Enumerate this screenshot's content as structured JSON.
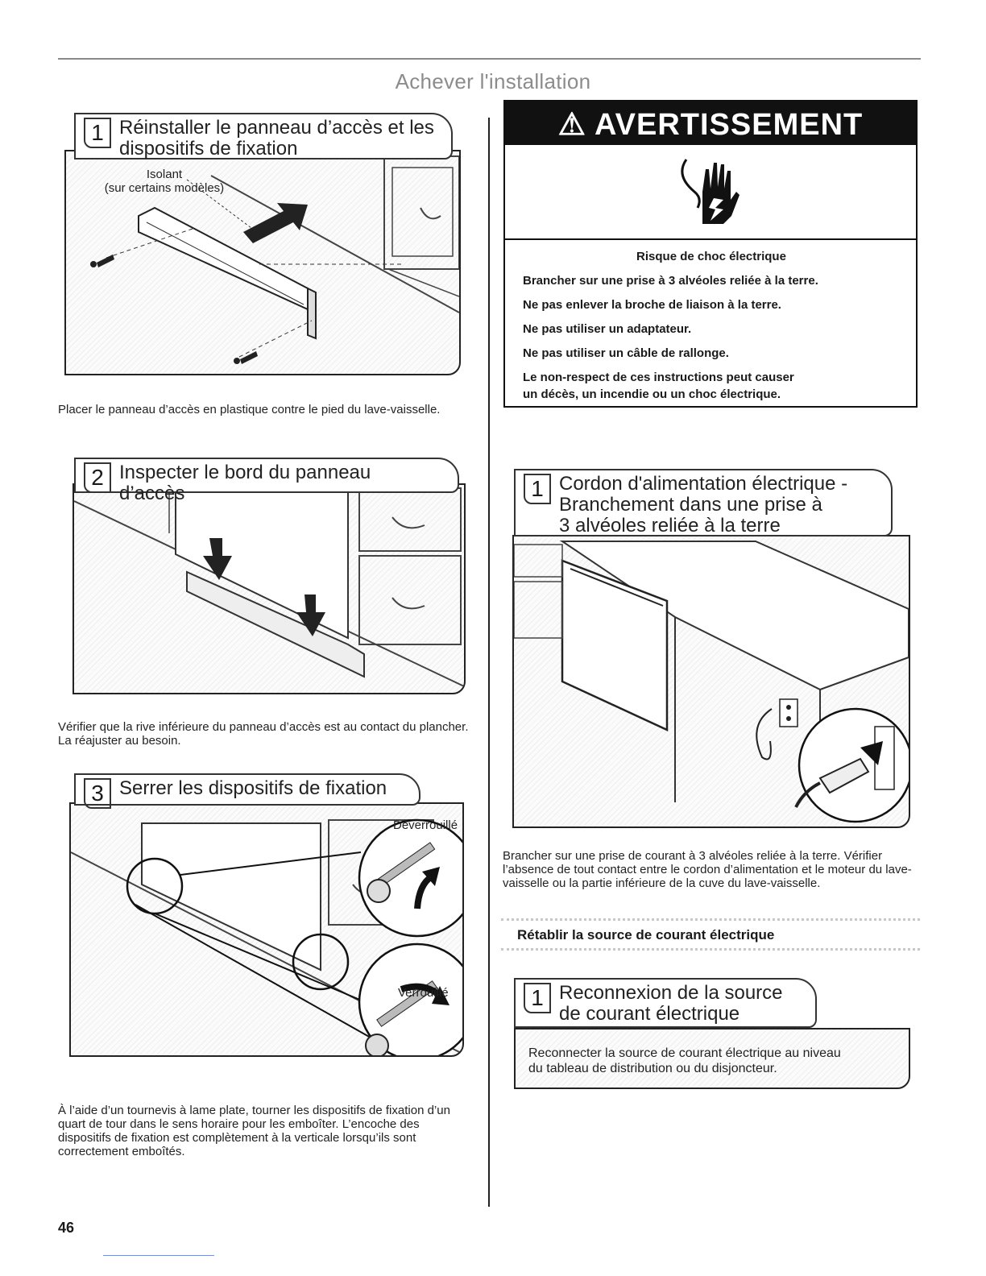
{
  "page": {
    "title": "Achever l'installation",
    "page_number": "46"
  },
  "left_column": {
    "step1": {
      "number": "1",
      "title_line1": "Réinstaller le panneau d’accès et les",
      "title_line2": "dispositifs de fixation",
      "callout_line1": "Isolant",
      "callout_line2": "(sur certains modèles)",
      "caption": "Placer le panneau d’accès en plastique contre le pied du lave-vaisselle."
    },
    "step2": {
      "number": "2",
      "title": "Inspecter le bord du panneau d’accès",
      "caption": "Vérifier que la rive inférieure du panneau d’accès est au contact du plancher. La réajuster au besoin."
    },
    "step3": {
      "number": "3",
      "title": "Serrer les dispositifs de fixation",
      "callout_unlocked": "Déverrouillé",
      "callout_locked": "Verrouillé",
      "caption": "À l’aide d’un tournevis à lame plate, tourner les dispositifs de fixation d’un quart de tour dans le sens horaire pour les emboîter. L’encoche des dispositifs de fixation est complètement à la verticale lorsqu’ils sont correctement emboîtés."
    }
  },
  "warning": {
    "header": "AVERTISSEMENT",
    "icon": "electric-shock-hand-icon",
    "risk": "Risque de choc électrique",
    "line1": "Brancher sur une prise à 3 alvéoles reliée à la terre.",
    "line2": "Ne pas enlever la broche de liaison à la terre.",
    "line3": "Ne pas utiliser un adaptateur.",
    "line4": "Ne pas utiliser un câble de rallonge.",
    "line5": "Le non-respect de ces instructions peut causer",
    "line6": "un décès, un incendie ou un choc électrique."
  },
  "right_column": {
    "power_step": {
      "number": "1",
      "title_line1": "Cordon d'alimentation électrique -",
      "title_line2": "Branchement dans une prise à",
      "title_line3": "3 alvéoles reliée à la terre",
      "caption": "Brancher sur une prise de courant à 3 alvéoles reliée à la terre. Vérifier l’absence de tout contact entre le cordon d’alimentation et le moteur du lave-vaisselle ou la partie inférieure de la cuve du lave-vaisselle."
    },
    "restore_heading": "Rétablir la source de courant électrique",
    "reconnect_step": {
      "number": "1",
      "title_line1": "Reconnexion de la source",
      "title_line2": "de courant électrique",
      "body_line1": "Reconnecter la source de courant électrique au niveau",
      "body_line2": "du tableau de distribution ou du disjoncteur."
    }
  }
}
